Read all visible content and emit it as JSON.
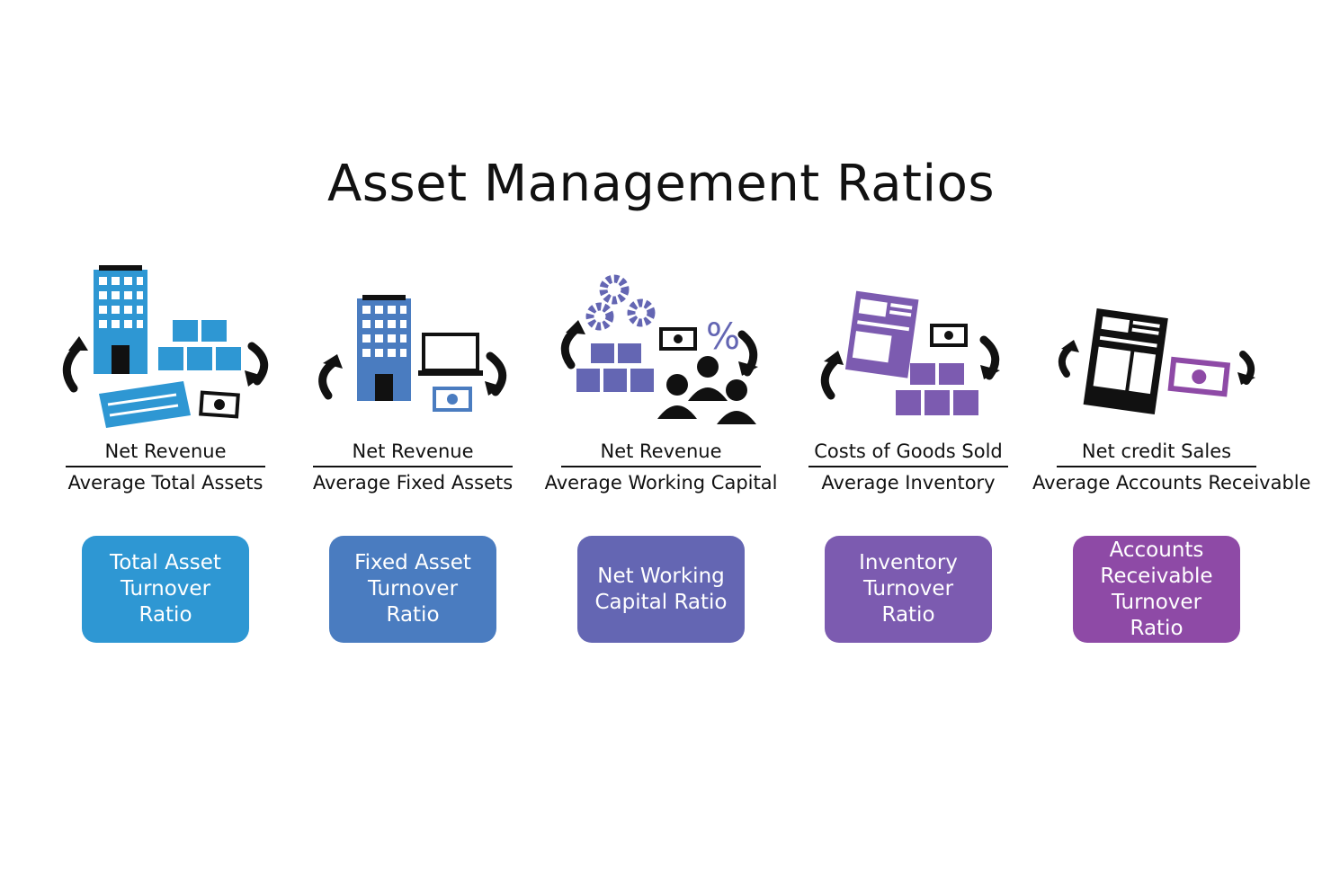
{
  "title": "Asset Management Ratios",
  "ratios": [
    {
      "numerator": "Net Revenue",
      "denominator": "Average Total Assets",
      "label": "Total Asset Turnover Ratio",
      "color": "#2e97d3"
    },
    {
      "numerator": "Net Revenue",
      "denominator": "Average Fixed Assets",
      "label": "Fixed Asset Turnover Ratio",
      "color": "#4a7cc0"
    },
    {
      "numerator": "Net Revenue",
      "denominator": "Average Working Capital",
      "label": "Net Working Capital Ratio",
      "color": "#6466b3"
    },
    {
      "numerator": "Costs of Goods Sold",
      "denominator": "Average Inventory",
      "label": "Inventory Turnover Ratio",
      "color": "#7c5bb0"
    },
    {
      "numerator": "Net credit Sales",
      "denominator": "Average Accounts Receivable",
      "label": "Accounts Receivable Turnover Ratio",
      "color": "#8e4aa6"
    }
  ],
  "icons": [
    [
      "building-icon",
      "boxes-icon",
      "check-icon",
      "banknote-icon",
      "cycle-arrow-icon"
    ],
    [
      "building-icon",
      "laptop-icon",
      "banknote-icon",
      "cycle-arrow-icon"
    ],
    [
      "gears-icon",
      "boxes-icon",
      "banknote-icon",
      "percent-icon",
      "people-icon",
      "cycle-arrow-icon"
    ],
    [
      "document-icon",
      "banknote-icon",
      "boxes-icon",
      "cycle-arrow-icon"
    ],
    [
      "document-icon",
      "banknote-icon",
      "cycle-arrow-icon"
    ]
  ]
}
